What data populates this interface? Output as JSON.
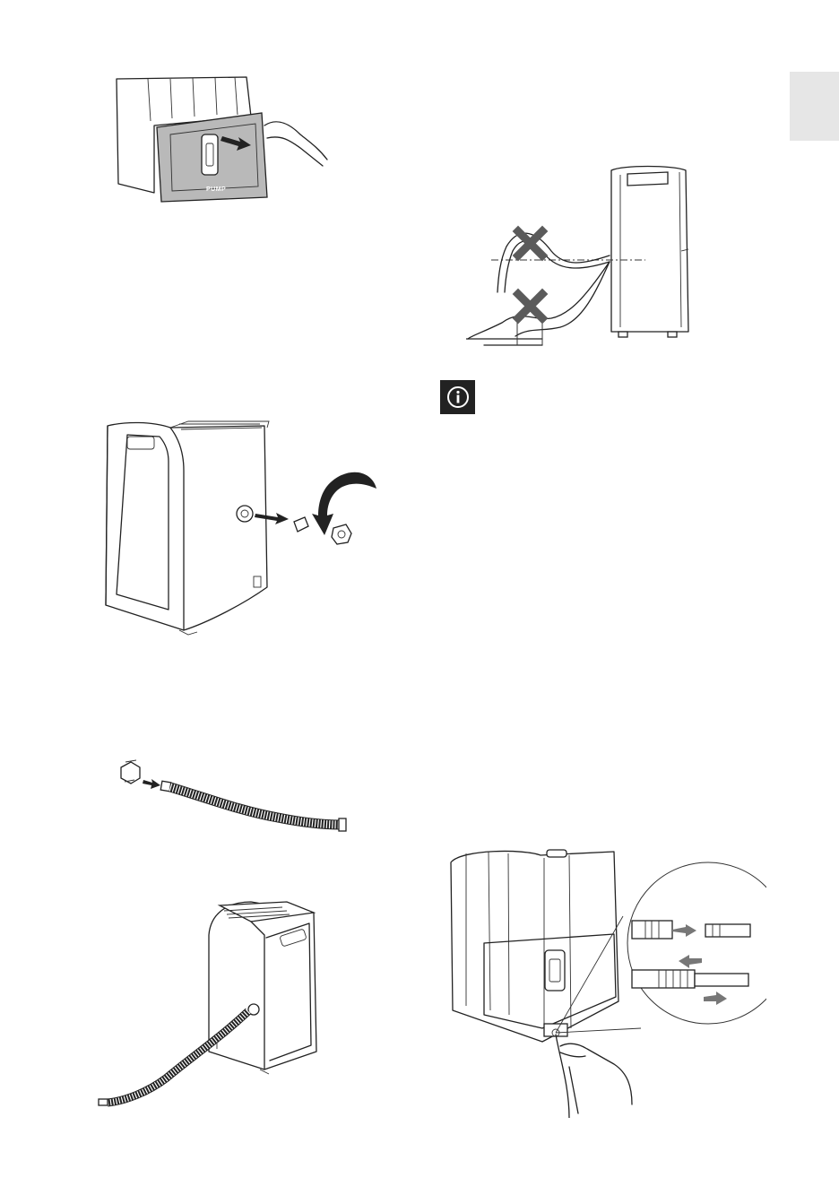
{
  "page": {
    "language_tab": "",
    "info_icon": "info-icon",
    "figures": [
      {
        "name": "tank-removal",
        "icon": "arrow-pull"
      },
      {
        "name": "hose-position-wrong",
        "icon": "cross-mark"
      },
      {
        "name": "drain-plug-removal",
        "icon": "arrow-rotate"
      },
      {
        "name": "hose-adapter",
        "icon": "arrow-insert"
      },
      {
        "name": "hose-connected-unit",
        "icon": "hose"
      },
      {
        "name": "quick-coupling-detail",
        "icon": "arrow-connect"
      }
    ],
    "tank_label": "PUMP"
  }
}
